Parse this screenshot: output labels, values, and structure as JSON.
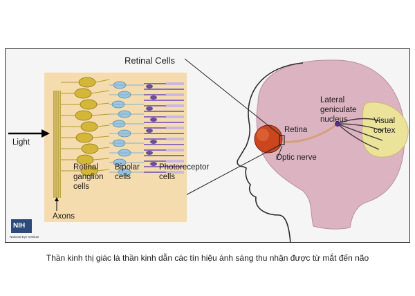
{
  "diagram": {
    "title": "Retinal Cells",
    "light_label": "Light",
    "labels": {
      "ganglion": "Retinal ganglion cells",
      "bipolar": "Bipolar cells",
      "photoreceptor": "Photoreceptor cells",
      "axons": "Axons",
      "retina": "Retina",
      "optic_nerve": "Optic nerve",
      "lgn": "Lateral geniculate nucleus",
      "visual_cortex": "Visual cortex"
    },
    "logo": {
      "text": "NIH",
      "subtitle": "National Eye Institute"
    },
    "colors": {
      "panel": "#f5dcaf",
      "ganglion": "#d4b638",
      "bipolar": "#9cc6e0",
      "photoreceptor": "#8b6fb6",
      "brain": "#dcb3c0",
      "cortex": "#ece39a",
      "eye": "#c9461f",
      "nucleus": "#5a2a8a"
    }
  },
  "caption": "Thần kinh thị giác là thần kinh dẫn các tín hiệu ánh sáng thu nhận được từ mắt đến não"
}
